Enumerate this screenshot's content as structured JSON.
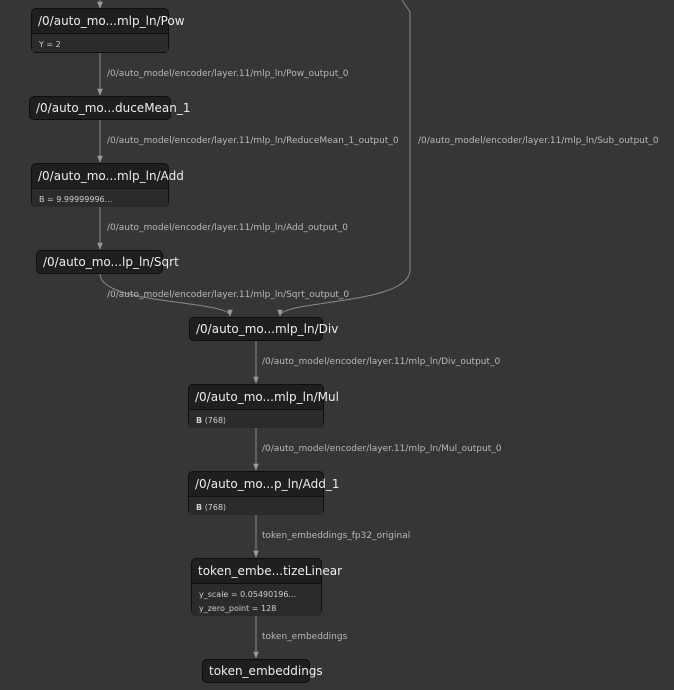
{
  "nodes": {
    "pow": {
      "title": "/0/auto_mo...mlp_ln/Pow",
      "attr": "Y = 2"
    },
    "reducemean": {
      "title": "/0/auto_mo...duceMean_1"
    },
    "add": {
      "title": "/0/auto_mo...mlp_ln/Add",
      "attr": "B = 9.99999996..."
    },
    "sqrt": {
      "title": "/0/auto_mo...lp_ln/Sqrt"
    },
    "div": {
      "title": "/0/auto_mo...mlp_ln/Div"
    },
    "mul": {
      "title": "/0/auto_mo...mlp_ln/Mul",
      "attr_name": "B",
      "attr_value": "⟨768⟩"
    },
    "add1": {
      "title": "/0/auto_mo...p_ln/Add_1",
      "attr_name": "B",
      "attr_value": "⟨768⟩"
    },
    "quant": {
      "title": "token_embe...tizeLinear",
      "attr1": "y_scale = 0.05490196...",
      "attr2": "y_zero_point = 128"
    },
    "output": {
      "title": "token_embeddings"
    }
  },
  "edges": {
    "pow_out": "/0/auto_model/encoder/layer.11/mlp_ln/Pow_output_0",
    "reducemean_out": "/0/auto_model/encoder/layer.11/mlp_ln/ReduceMean_1_output_0",
    "sub_out": "/0/auto_model/encoder/layer.11/mlp_ln/Sub_output_0",
    "add_out": "/0/auto_model/encoder/layer.11/mlp_ln/Add_output_0",
    "sqrt_out": "/0/auto_model/encoder/layer.11/mlp_ln/Sqrt_output_0",
    "div_out": "/0/auto_model/encoder/layer.11/mlp_ln/Div_output_0",
    "mul_out": "/0/auto_model/encoder/layer.11/mlp_ln/Mul_output_0",
    "add1_out": "token_embeddings_fp32_original",
    "quant_out": "token_embeddings"
  },
  "colors": {
    "background": "#363636",
    "node": "#1f1f1f",
    "edge": "#8a8a8a"
  }
}
